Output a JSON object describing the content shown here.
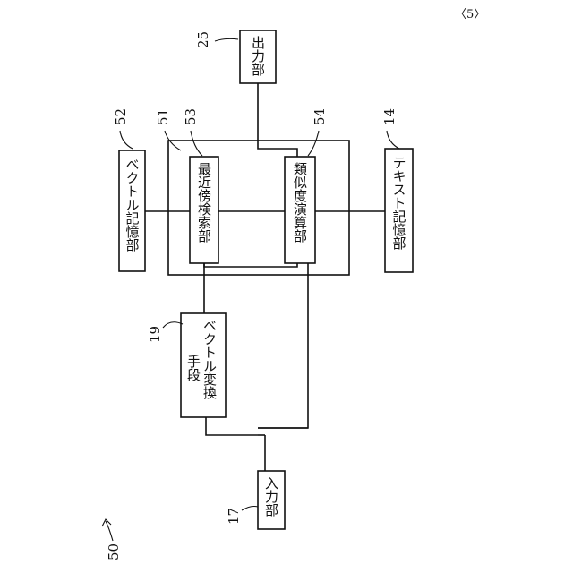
{
  "page_label": "〈5〉",
  "figure_number": "50",
  "blocks": {
    "output": {
      "ref": "25",
      "label": "出力部"
    },
    "vector_storage": {
      "ref": "52",
      "label": "ベクトル記憶部"
    },
    "unit": {
      "ref": "51"
    },
    "nearest_search": {
      "ref": "53",
      "label": "最近傍検索部"
    },
    "similarity_calc": {
      "ref": "54",
      "label": "類似度演算部"
    },
    "text_storage": {
      "ref": "14",
      "label": "テキスト記憶部"
    },
    "vector_conversion": {
      "ref": "19",
      "label_line1": "ベクトル変換",
      "label_line2": "手段"
    },
    "input": {
      "ref": "17",
      "label": "入力部"
    }
  }
}
